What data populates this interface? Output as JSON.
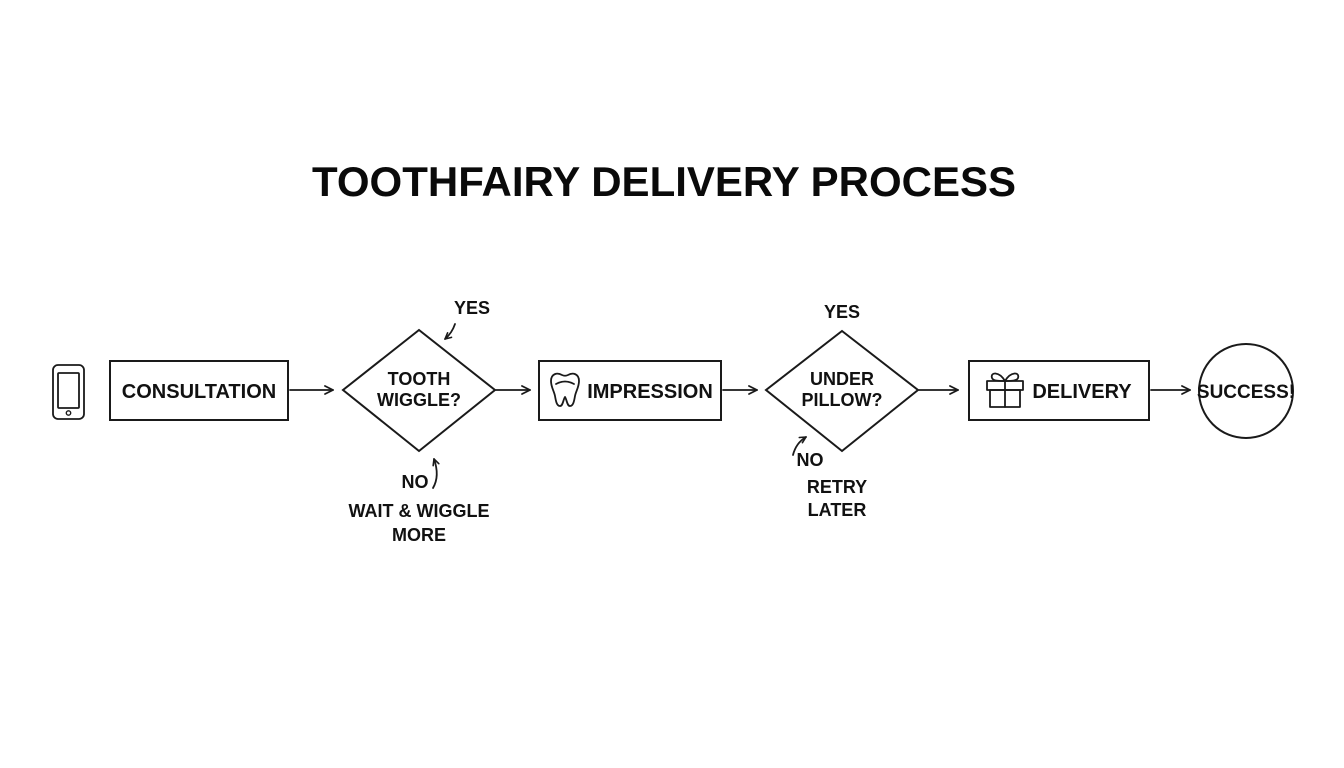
{
  "title": "TOOTHFAIRY DELIVERY PROCESS",
  "icons": {
    "start": "smartphone-icon",
    "impression": "tooth-icon",
    "delivery": "gift-icon"
  },
  "nodes": {
    "consultation": "CONSULTATION",
    "decision1": {
      "line1": "TOOTH",
      "line2": "WIGGLE?"
    },
    "impression": "IMPRESSION",
    "decision2": {
      "line1": "UNDER",
      "line2": "PILLOW?"
    },
    "delivery": "DELIVERY",
    "success": "SUCCESS!"
  },
  "branches": {
    "decision1": {
      "yes": "YES",
      "no": "NO",
      "no_action": {
        "line1": "WAIT & WIGGLE",
        "line2": "MORE"
      }
    },
    "decision2": {
      "yes": "YES",
      "no": "NO",
      "no_action": {
        "line1": "RETRY",
        "line2": "LATER"
      }
    }
  }
}
